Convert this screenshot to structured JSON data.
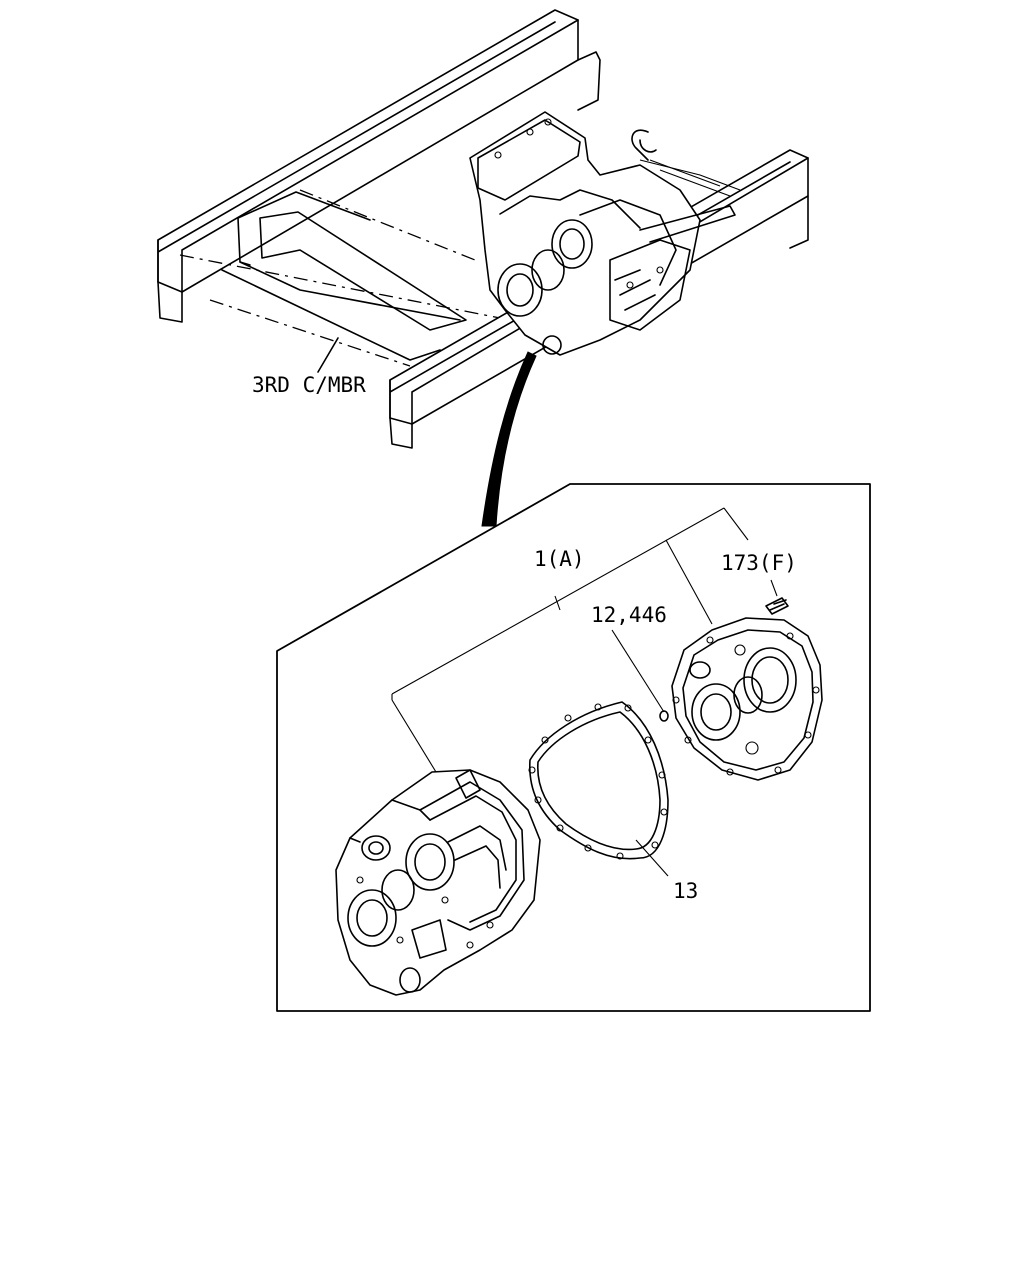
{
  "labels": {
    "crossmember": "3RD C/MBR",
    "part_1": "1(A)",
    "part_12": "12,446",
    "part_173": "173(F)",
    "part_13": "13"
  }
}
